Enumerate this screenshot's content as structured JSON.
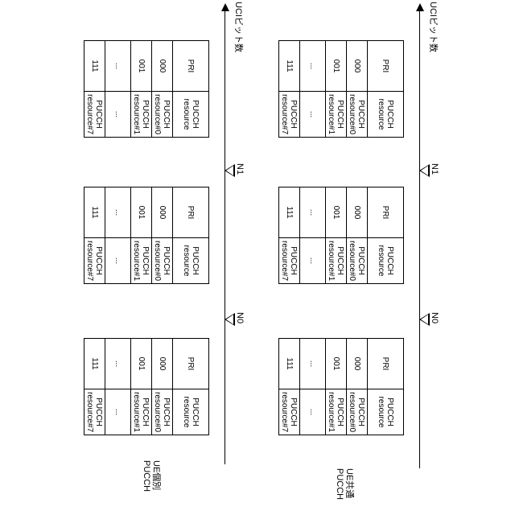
{
  "axis_label": "UCIビット数",
  "thresholds": [
    "N0",
    "N1"
  ],
  "rows": [
    {
      "label_line1": "UE個別",
      "label_line2": "PUCCH"
    },
    {
      "label_line1": "UE共通",
      "label_line2": "PUCCH"
    }
  ],
  "table": {
    "header": {
      "pri": "PRI",
      "res_line1": "PUCCH",
      "res_line2": "resource"
    },
    "entries": [
      {
        "pri": "000",
        "res_line1": "PUCCH",
        "res_line2": "resource#0"
      },
      {
        "pri": "001",
        "res_line1": "PUCCH",
        "res_line2": "resource#1"
      },
      {
        "pri": "...",
        "res_line1": "...",
        "res_line2": ""
      },
      {
        "pri": "111",
        "res_line1": "PUCCH",
        "res_line2": "resource#7"
      }
    ]
  }
}
